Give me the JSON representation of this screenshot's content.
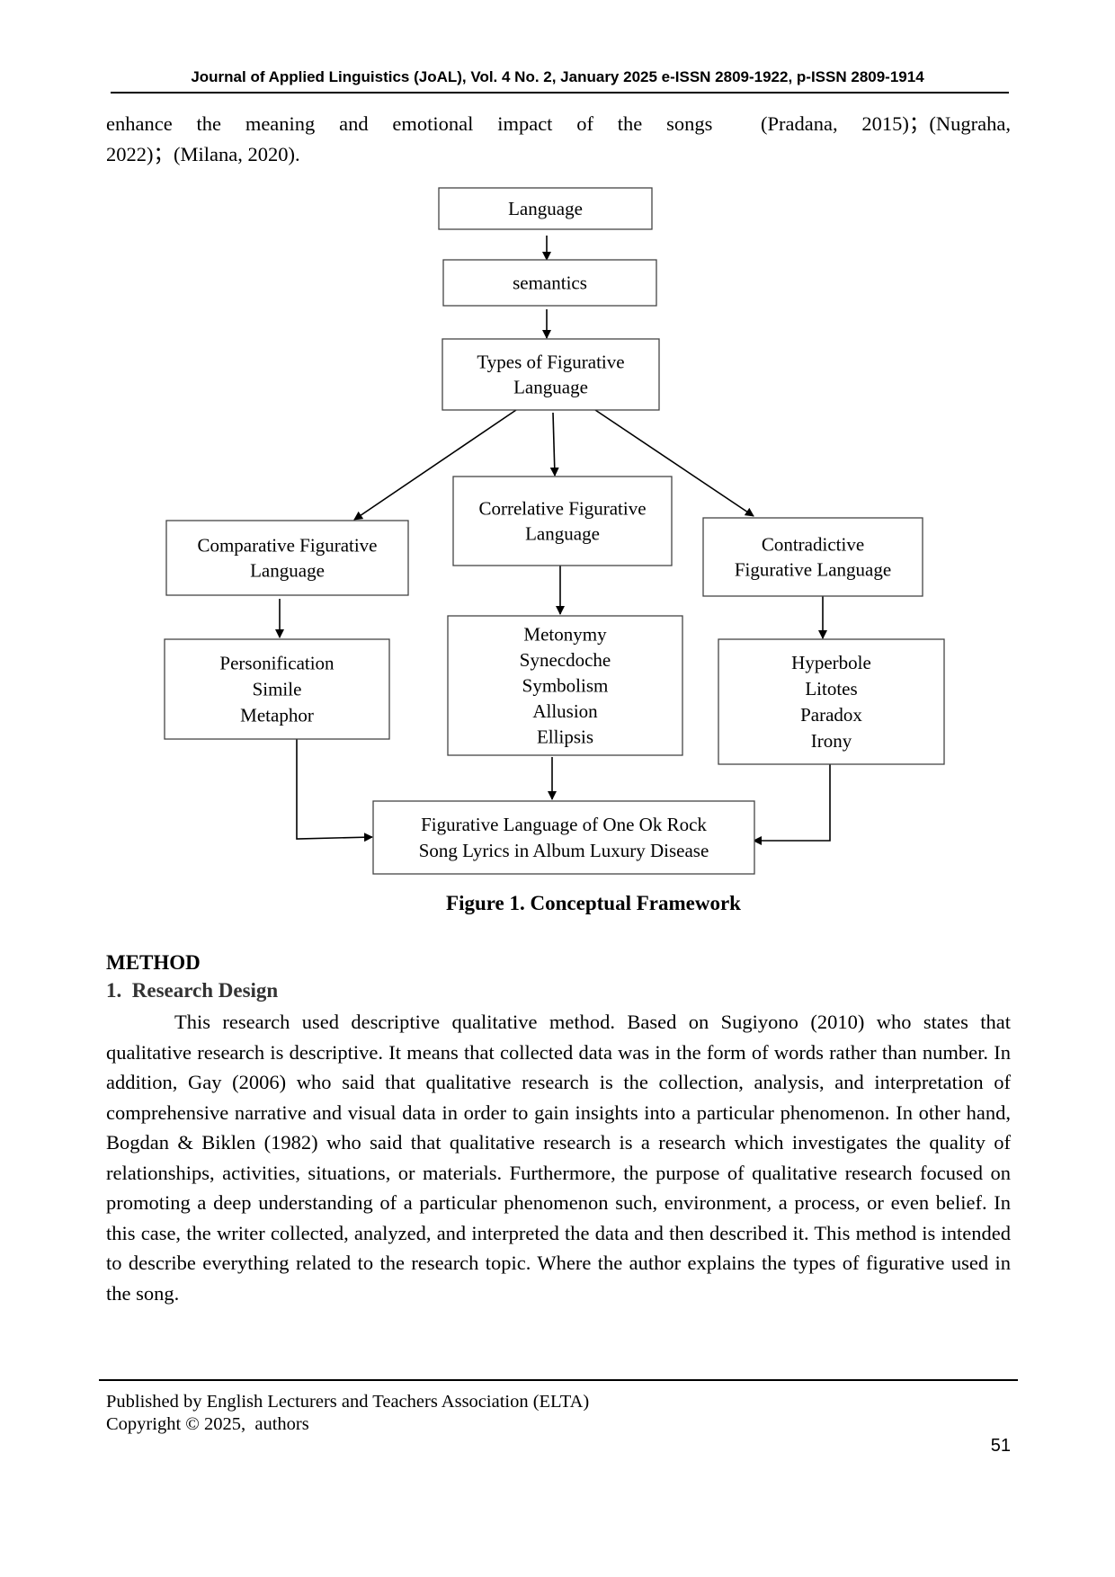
{
  "header": {
    "journal_line": "Journal of Applied Linguistics (JoAL), Vol. 4 No. 2, January 2025 e-ISSN 2809-1922, p-ISSN 2809-1914"
  },
  "intro": {
    "line1": "enhance the meaning and emotional impact of the songs  (Pradana, 2015)；(Nugraha,",
    "line2": "2022)；(Milana, 2020)."
  },
  "figure": {
    "boxes": {
      "language": [
        "Language"
      ],
      "semantics": [
        "semantics"
      ],
      "types": [
        "Types of Figurative",
        "Language"
      ],
      "comparative": [
        "Comparative Figurative",
        "Language"
      ],
      "correlative": [
        "Correlative Figurative",
        "Language"
      ],
      "contradictive": [
        "Contradictive",
        "Figurative Language"
      ],
      "comparative_types": [
        "Personification",
        "Simile",
        "Metaphor"
      ],
      "correlative_types": [
        "Metonymy",
        "Synecdoche",
        "Symbolism",
        "Allusion",
        "Ellipsis"
      ],
      "contradictive_types": [
        "Hyperbole",
        "Litotes",
        "Paradox",
        "Irony"
      ],
      "result": [
        "Figurative Language of One Ok Rock",
        "Song Lyrics in Album Luxury Disease"
      ]
    },
    "caption": "Figure 1. Conceptual Framework"
  },
  "method": {
    "title": "METHOD",
    "subsection": "1.  Research Design",
    "paragraph": "This research used descriptive qualitative method. Based on Sugiyono (2010) who states that qualitative research is descriptive. It means that collected data was in the form of words rather than number. In addition, Gay (2006) who said that qualitative research is the collection, analysis, and interpretation of comprehensive narrative and visual data in order to gain insights into a particular phenomenon. In other hand, Bogdan & Biklen (1982) who said that qualitative research is a research which investigates the quality of relationships, activities, situations, or materials. Furthermore, the purpose of qualitative research focused on promoting a deep understanding of a particular phenomenon such, environment, a process, or even belief. In this case, the writer collected, analyzed, and interpreted the data and then described it. This method is intended to describe everything related to the research topic. Where the author explains the types of figurative used in the song."
  },
  "footer": {
    "publisher": "Published by English Lecturers and Teachers Association (ELTA)",
    "copyright": "Copyright © 2025,  authors",
    "page_number": "51"
  }
}
